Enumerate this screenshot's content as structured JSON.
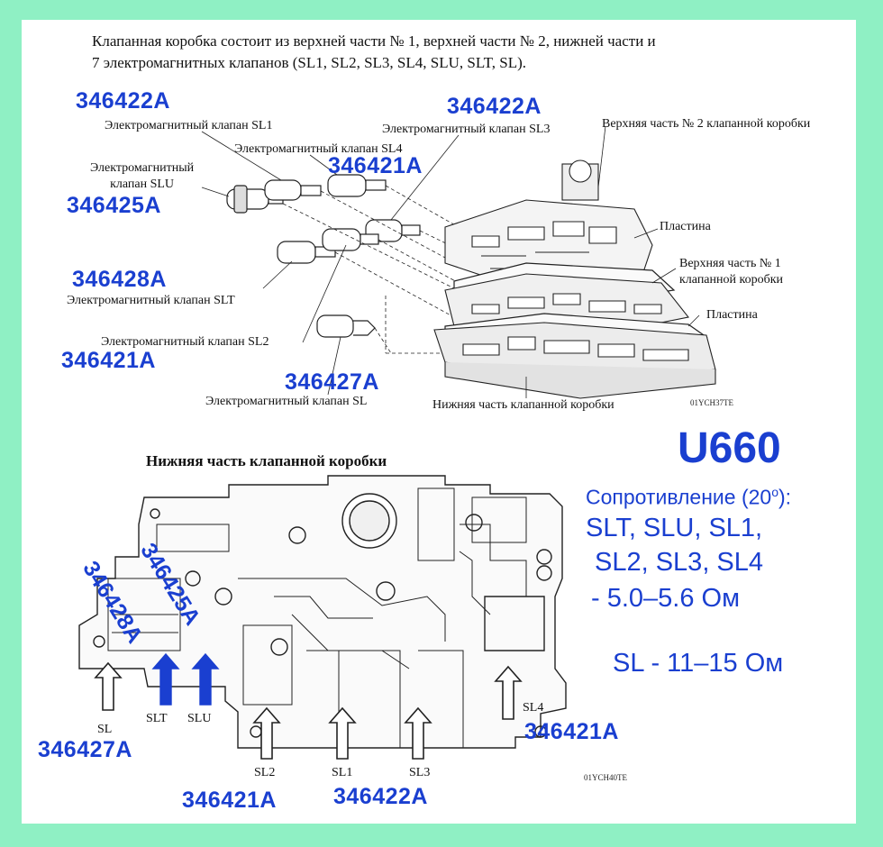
{
  "intro": {
    "line1": "Клапанная коробка состоит из верхней части № 1, верхней части № 2, нижней части и",
    "line2": "7 электромагнитных клапанов (SL1, SL2, SL3, SL4, SLU, SLT, SL)."
  },
  "top_labels": {
    "sl1": "Электромагнитный клапан SL1",
    "sl4": "Электромагнитный клапан SL4",
    "sl3": "Электромагнитный клапан SL3",
    "slu_line1": "Электромагнитный",
    "slu_line2": "клапан SLU",
    "slt": "Электромагнитный клапан SLT",
    "sl2": "Электромагнитный клапан SL2",
    "sl": "Электромагнитный клапан SL",
    "upper2": "Верхняя часть № 2 клапанной коробки",
    "plate1": "Пластина",
    "upper1_line1": "Верхняя часть № 1",
    "upper1_line2": "клапанной коробки",
    "plate2": "Пластина",
    "lower": "Нижняя часть клапанной коробки",
    "figure_code": "01YCH37TE"
  },
  "top_part_numbers": {
    "sl1": "346422A",
    "sl3": "346422A",
    "sl4": "346421A",
    "slu": "346425A",
    "slt": "346428A",
    "sl2": "346421A",
    "sl": "346427A"
  },
  "spec": {
    "model": "U660",
    "resistance_title": "Сопротивление (20",
    "degree": "o",
    "resistance_suffix": "):",
    "line1": "SLT, SLU, SL1,",
    "line2": "SL2, SL3, SL4",
    "line3": "-  5.0–5.6 Ом",
    "line4": "SL - 11–15 Ом"
  },
  "bottom": {
    "title": "Нижняя часть клапанной коробки",
    "figure_code": "01YCH40TE",
    "arrows": {
      "sl": "SL",
      "slt": "SLT",
      "slu": "SLU",
      "sl2": "SL2",
      "sl1": "SL1",
      "sl3": "SL3",
      "sl4": "SL4"
    },
    "part_numbers": {
      "sl": "346427A",
      "sl4": "346421A",
      "sl2": "346421A",
      "sl1_sl3": "346422A",
      "rot_slu": "346425A",
      "rot_slt": "346428A"
    }
  },
  "colors": {
    "border": "#8ff0c4",
    "accent": "#1a3fd0",
    "arrow_filled": "#1a3fd0"
  }
}
